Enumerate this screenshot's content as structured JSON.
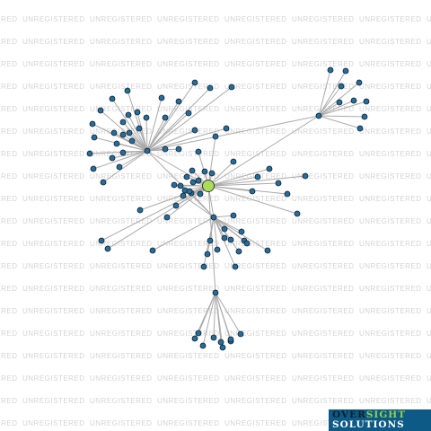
{
  "watermark": {
    "text": "UNREGISTERED"
  },
  "logo": {
    "word1": "OVER",
    "word2": "SIGHT",
    "line2": "SOLUTIONS"
  },
  "colors": {
    "node": "#1f6fa5",
    "focus_node": "#a9dc5a",
    "edge": "#aaaaaa",
    "watermark": "#d4d4d4",
    "logo_bg": "#0e5a86"
  },
  "graph": {
    "focus": "C",
    "hubs": [
      "H1",
      "H2",
      "H3",
      "H4"
    ],
    "edges": [
      [
        "C",
        "H1"
      ],
      [
        "C",
        "H2"
      ],
      [
        "C",
        "H3"
      ],
      [
        "C",
        "H4"
      ],
      [
        "H1",
        "H3"
      ],
      [
        "H1",
        "H2"
      ],
      [
        "H1",
        "a1"
      ],
      [
        "H1",
        "a2"
      ],
      [
        "H1",
        "a3"
      ],
      [
        "H1",
        "a4"
      ],
      [
        "H1",
        "a5"
      ],
      [
        "H1",
        "a6"
      ],
      [
        "H1",
        "a7"
      ],
      [
        "H1",
        "a8"
      ],
      [
        "H1",
        "a9"
      ],
      [
        "H1",
        "a10"
      ],
      [
        "H1",
        "a11"
      ],
      [
        "H1",
        "a12"
      ],
      [
        "H1",
        "a13"
      ],
      [
        "H1",
        "a14"
      ],
      [
        "H1",
        "a15"
      ],
      [
        "H1",
        "a16"
      ],
      [
        "H1",
        "a17"
      ],
      [
        "H1",
        "a18"
      ],
      [
        "H1",
        "a19"
      ],
      [
        "H1",
        "a20"
      ],
      [
        "H1",
        "a21"
      ],
      [
        "H1",
        "a22"
      ],
      [
        "H1",
        "a23"
      ],
      [
        "H1",
        "a24"
      ],
      [
        "H1",
        "a25"
      ],
      [
        "H1",
        "a26"
      ],
      [
        "H1",
        "a27"
      ],
      [
        "H1",
        "a28"
      ],
      [
        "H1",
        "a29"
      ],
      [
        "H1",
        "a30"
      ],
      [
        "H1",
        "a31"
      ],
      [
        "H1",
        "a32"
      ],
      [
        "C",
        "c1"
      ],
      [
        "C",
        "c2"
      ],
      [
        "C",
        "c3"
      ],
      [
        "C",
        "c4"
      ],
      [
        "C",
        "c5"
      ],
      [
        "C",
        "c6"
      ],
      [
        "C",
        "c7"
      ],
      [
        "C",
        "c8"
      ],
      [
        "C",
        "c9"
      ],
      [
        "C",
        "c10"
      ],
      [
        "C",
        "c11"
      ],
      [
        "C",
        "c12"
      ],
      [
        "C",
        "c13"
      ],
      [
        "C",
        "c14"
      ],
      [
        "C",
        "c15"
      ],
      [
        "C",
        "c16"
      ],
      [
        "C",
        "c17"
      ],
      [
        "C",
        "c18"
      ],
      [
        "C",
        "c19"
      ],
      [
        "C",
        "c20"
      ],
      [
        "C",
        "c21"
      ],
      [
        "C",
        "c22"
      ],
      [
        "C",
        "c23"
      ],
      [
        "C",
        "c24"
      ],
      [
        "C",
        "c25"
      ],
      [
        "C",
        "c26"
      ],
      [
        "H2",
        "b1"
      ],
      [
        "H2",
        "b2"
      ],
      [
        "H2",
        "b3"
      ],
      [
        "H2",
        "b4"
      ],
      [
        "H2",
        "b5"
      ],
      [
        "H2",
        "b6"
      ],
      [
        "H2",
        "b7"
      ],
      [
        "H2",
        "b8"
      ],
      [
        "H2",
        "b9"
      ],
      [
        "H2",
        "b10"
      ],
      [
        "H2",
        "b11"
      ],
      [
        "H2",
        "b12"
      ],
      [
        "H2",
        "b13"
      ],
      [
        "H2",
        "b14"
      ],
      [
        "H2",
        "b15"
      ],
      [
        "H2",
        "b16"
      ],
      [
        "H2",
        "b17"
      ],
      [
        "H4",
        "d1"
      ],
      [
        "H4",
        "d2"
      ],
      [
        "H4",
        "d3"
      ],
      [
        "H4",
        "d4"
      ],
      [
        "H4",
        "d5"
      ],
      [
        "H4",
        "d6"
      ],
      [
        "H4",
        "d7"
      ],
      [
        "H4",
        "d8"
      ],
      [
        "H4",
        "d9"
      ],
      [
        "H3",
        "e1"
      ],
      [
        "H3",
        "e2"
      ],
      [
        "H3",
        "e3"
      ],
      [
        "H3",
        "e4"
      ],
      [
        "H3",
        "e5"
      ],
      [
        "H3",
        "e6"
      ],
      [
        "H3",
        "e7"
      ]
    ]
  }
}
